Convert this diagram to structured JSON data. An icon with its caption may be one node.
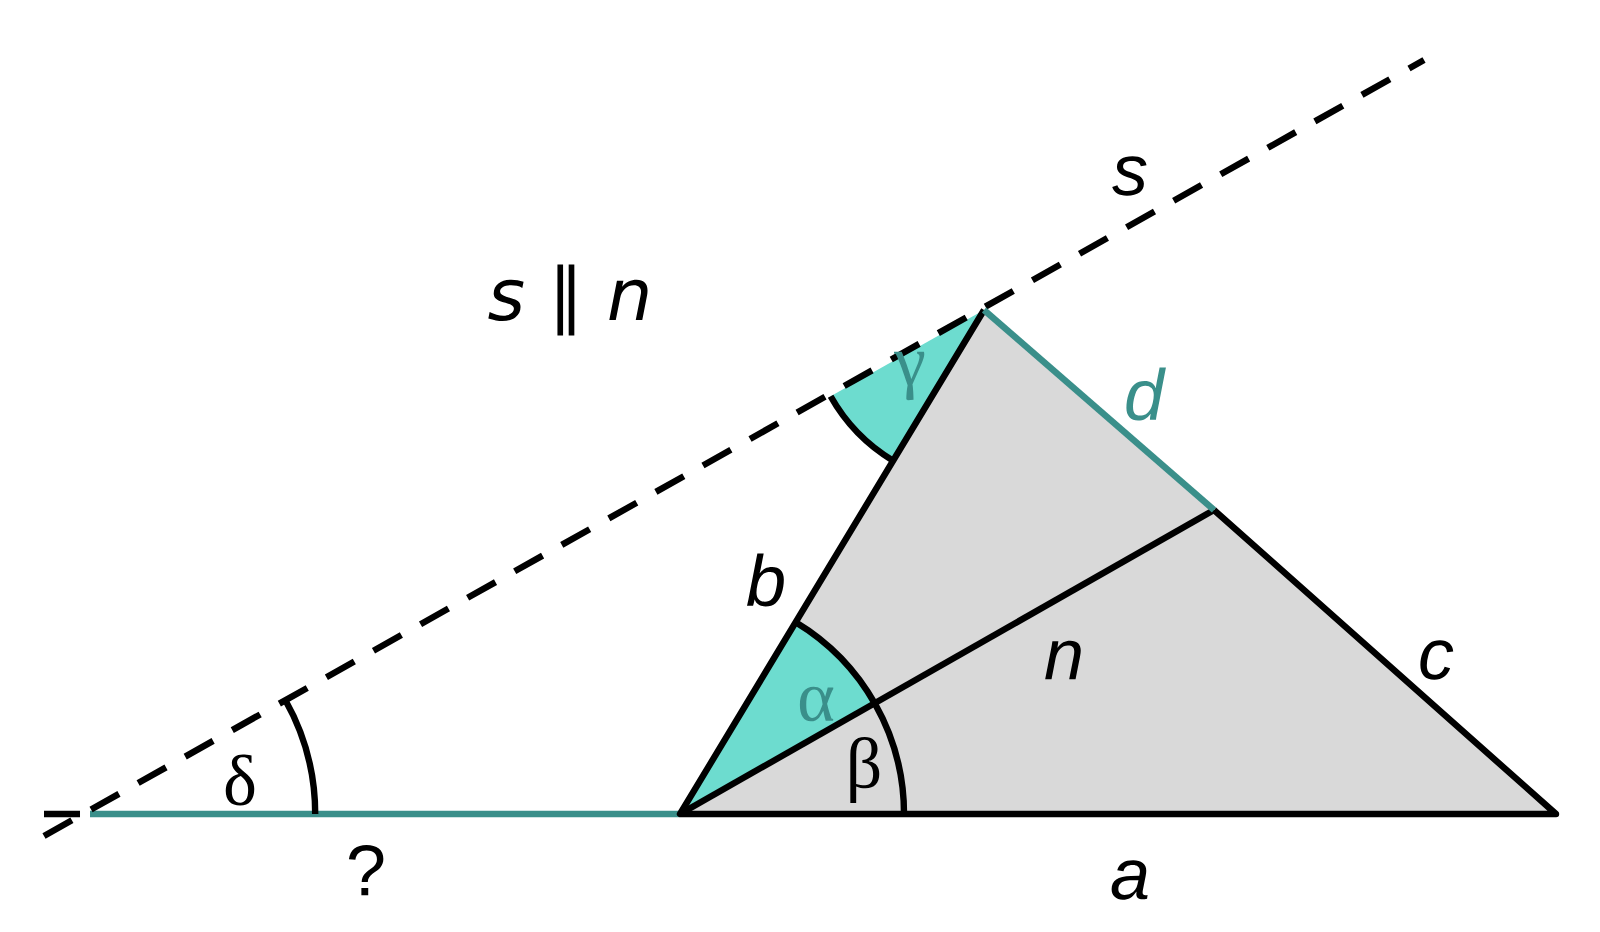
{
  "diagram": {
    "labels": [
      "s",
      "s ∥ n",
      "d",
      "b",
      "n",
      "c",
      "a",
      "?",
      "α",
      "β",
      "γ",
      "δ"
    ]
  }
}
